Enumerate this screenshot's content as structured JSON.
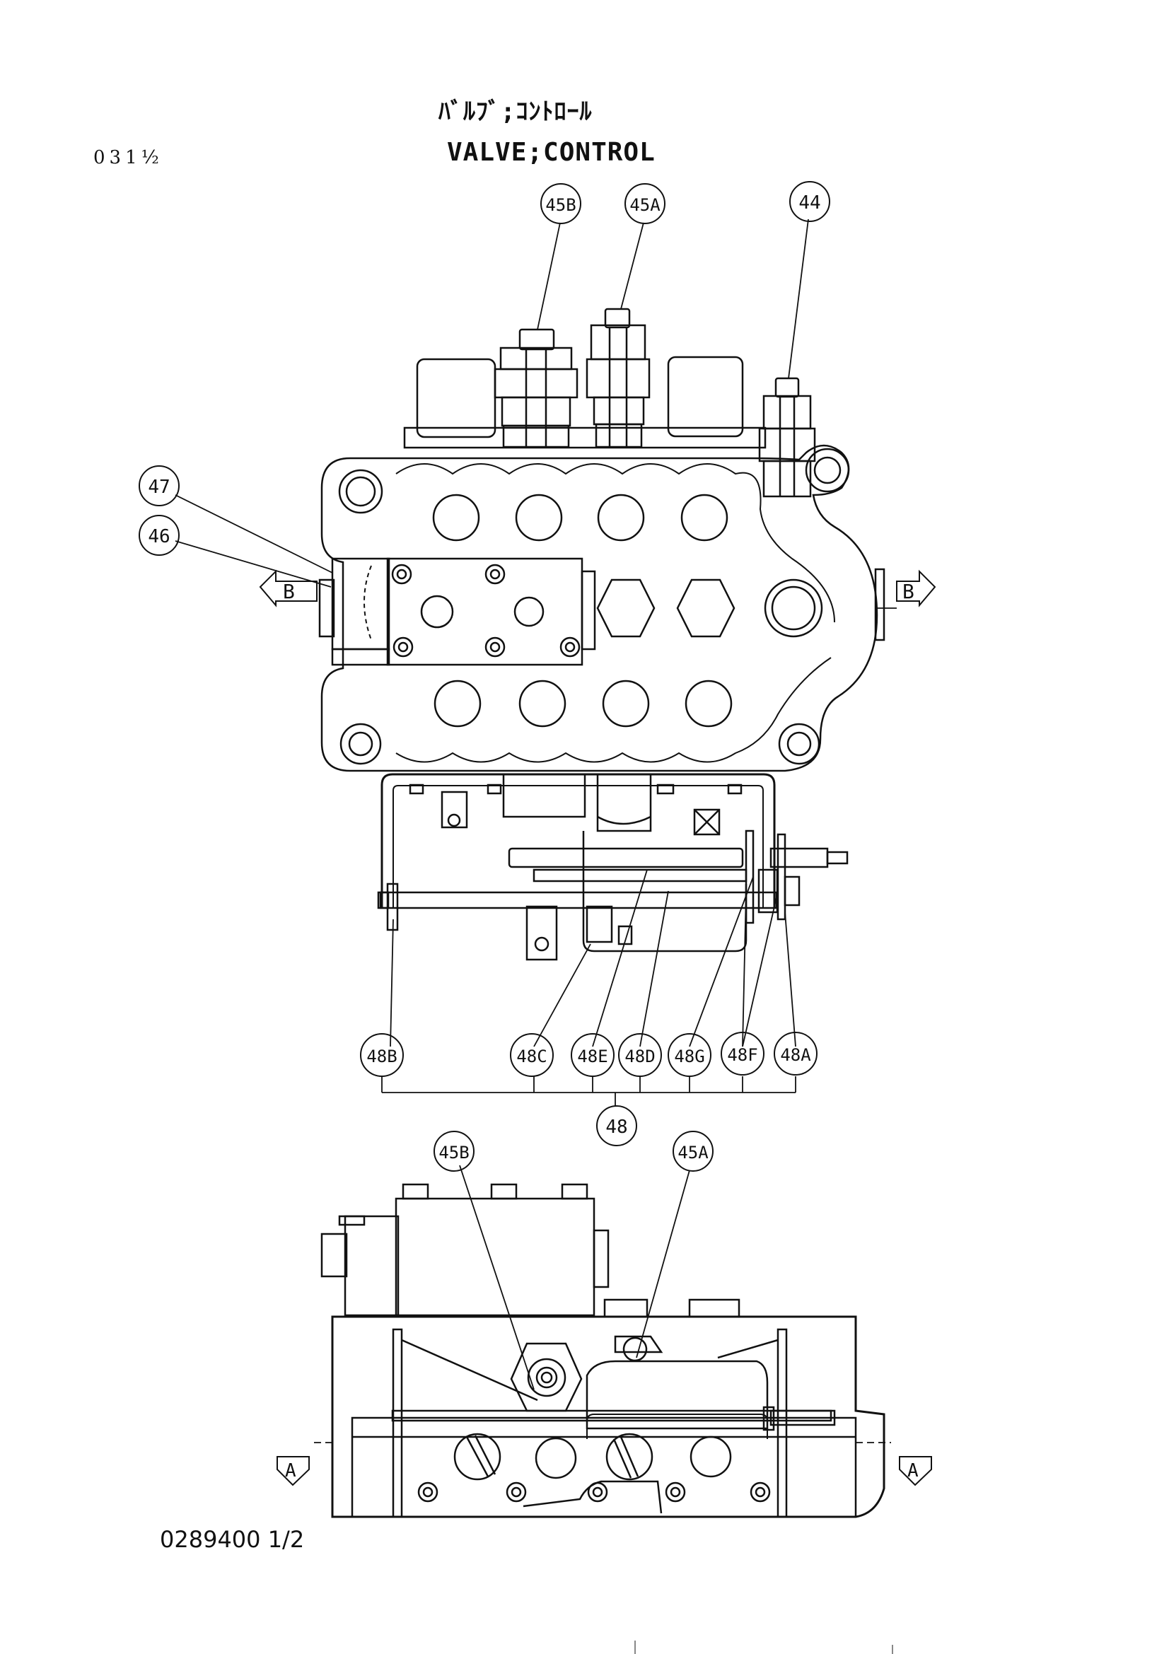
{
  "header": {
    "title_jp": "ﾊﾞﾙﾌﾞ;ｺﾝﾄﾛｰﾙ",
    "title_en": "VALVE;CONTROL",
    "page_ref": "031½"
  },
  "footer": {
    "doc_number": "0289400 1/2"
  },
  "callouts": {
    "c45B_top": "45B",
    "c45A_top": "45A",
    "c44": "44",
    "c47": "47",
    "c46": "46",
    "c48B": "48B",
    "c48C": "48C",
    "c48E": "48E",
    "c48D": "48D",
    "c48G": "48G",
    "c48F": "48F",
    "c48A": "48A",
    "c48": "48",
    "c45B_bot": "45B",
    "c45A_bot": "45A"
  },
  "section_markers": {
    "b_left": "B",
    "b_right": "B",
    "a_left": "A",
    "a_right": "A"
  }
}
